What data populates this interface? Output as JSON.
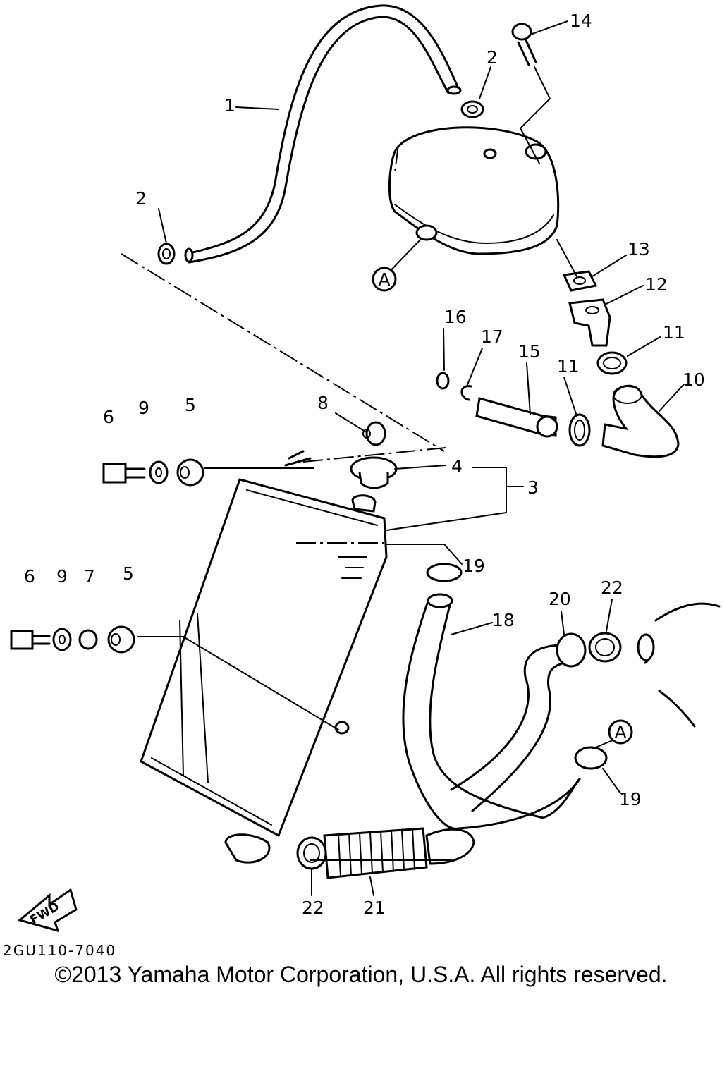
{
  "labels": {
    "p1": "1",
    "p2a": "2",
    "p2b": "2",
    "p3": "3",
    "p4": "4",
    "p5a": "5",
    "p5b": "5",
    "p6a": "6",
    "p6b": "6",
    "p7": "7",
    "p8": "8",
    "p9a": "9",
    "p9b": "9",
    "p10": "10",
    "p11a": "11",
    "p11b": "11",
    "p12": "12",
    "p13": "13",
    "p14": "14",
    "p15": "15",
    "p16": "16",
    "p17": "17",
    "p18": "18",
    "p19a": "19",
    "p19b": "19",
    "p20": "20",
    "p21": "21",
    "p22a": "22",
    "p22b": "22",
    "refA1": "A",
    "refA2": "A",
    "fwd": "FWD"
  },
  "drawing_code": "2GU110-7040",
  "copyright": "©2013 Yamaha Motor Corporation, U.S.A. All rights reserved."
}
